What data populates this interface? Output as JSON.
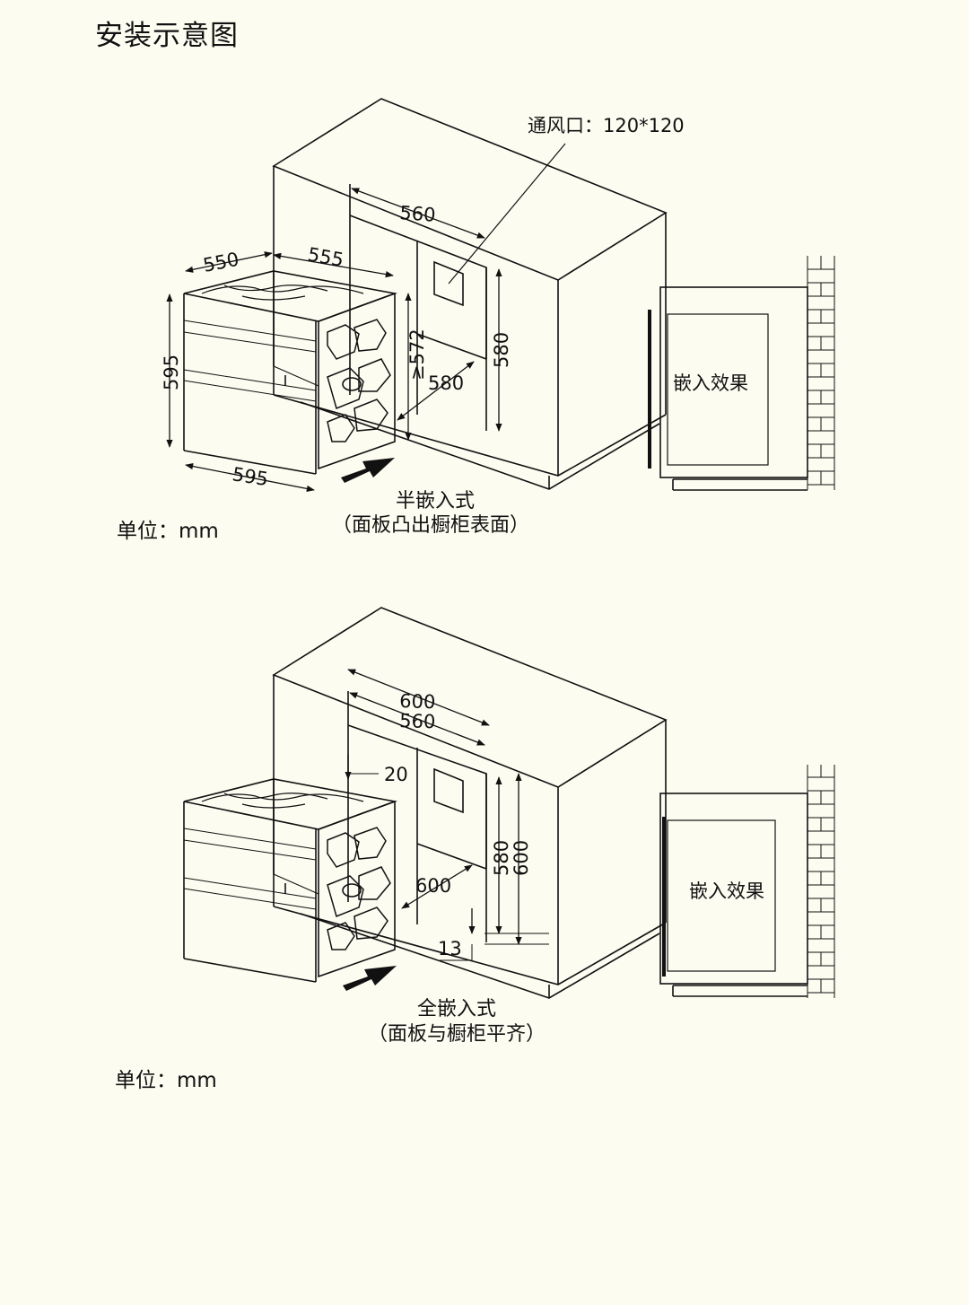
{
  "title": "安装示意图",
  "top_diagram": {
    "vent_label": "通风口：120*120",
    "dim_550": "550",
    "dim_555": "555",
    "dim_560": "560",
    "dim_580_vertical": "580",
    "dim_572": "≥572",
    "dim_580_depth": "580",
    "dim_595_height": "595",
    "dim_595_width": "595",
    "effect_label": "嵌入效果",
    "mode_title": "半嵌入式",
    "mode_note": "（面板凸出橱柜表面）",
    "unit": "单位：mm"
  },
  "bottom_diagram": {
    "dim_600_top": "600",
    "dim_560": "560",
    "dim_20": "20",
    "dim_580": "580",
    "dim_600_vertical": "600",
    "dim_600_depth": "600",
    "dim_13": "13",
    "effect_label": "嵌入效果",
    "mode_title": "全嵌入式",
    "mode_note": "（面板与橱柜平齐）",
    "unit": "单位：mm"
  }
}
